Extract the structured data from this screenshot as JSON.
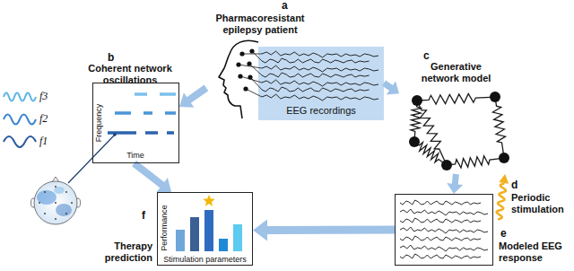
{
  "diagram": {
    "nodes": [
      {
        "text": [
          "a",
          "Pharmacoresistant epilepsy patient"
        ]
      },
      {
        "text": [
          "EEG recordings"
        ],
        "in": 0
      },
      {
        "text": [
          "b",
          "Coherent network oscillations",
          "Frequency",
          "Time"
        ]
      },
      {
        "text": [
          "c",
          "Generative network model"
        ]
      },
      {
        "text": [
          "d",
          "Periodic stimulation"
        ]
      },
      {
        "text": [
          "e",
          "Modeled EEG response"
        ]
      },
      {
        "text": [
          "f",
          "Therapy prediction",
          "Performance",
          "Stimulation parameters"
        ]
      }
    ],
    "edges": [
      {
        "from": 0,
        "to": 2,
        "arrow": "to"
      },
      {
        "from": 0,
        "to": 3,
        "arrow": "to"
      },
      {
        "from": 3,
        "to": 5,
        "arrow": "to"
      },
      {
        "from": 4,
        "to": 3,
        "arrow": "to"
      },
      {
        "from": 5,
        "to": 6,
        "arrow": "to"
      },
      {
        "from": 2,
        "to": 6,
        "arrow": "to"
      }
    ],
    "labels": [
      "f3",
      "f2",
      "f1"
    ]
  }
}
